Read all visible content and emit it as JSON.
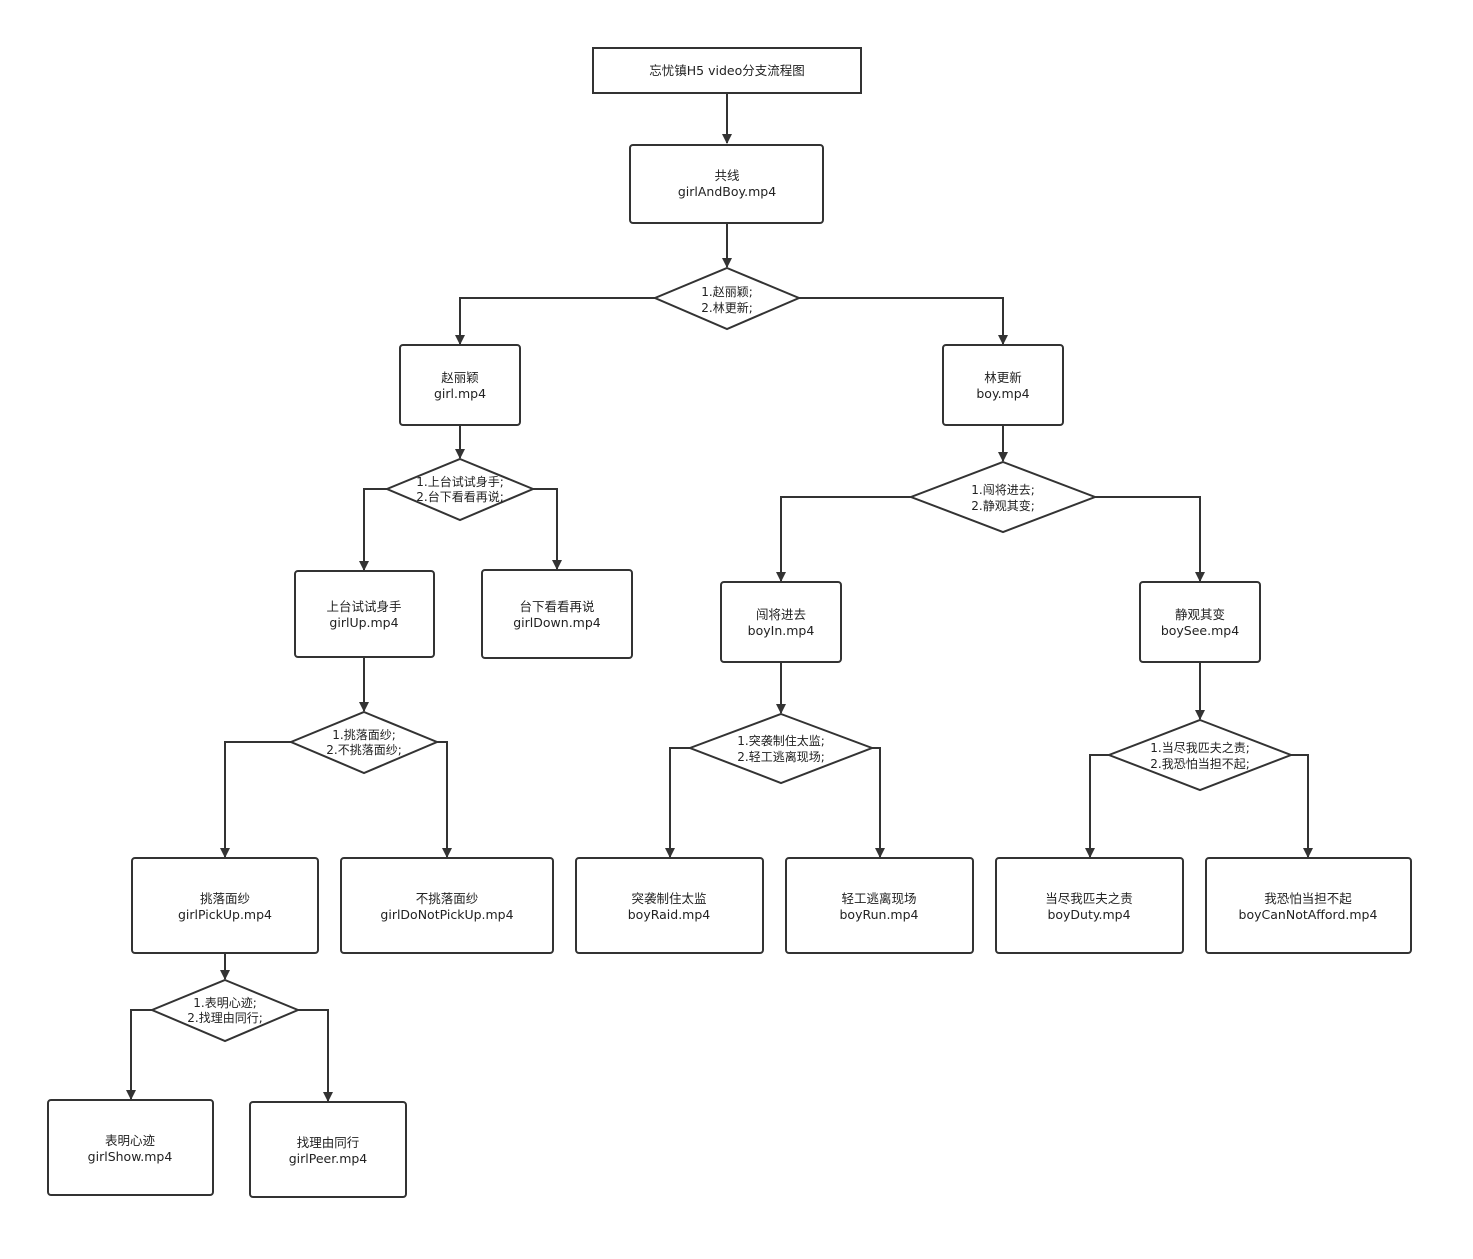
{
  "diagram": {
    "title": "忘忧镇H5 video分支流程图",
    "nodes": {
      "common": [
        "共线",
        "girlAndBoy.mp4"
      ],
      "d_choose": [
        "1.赵丽颖;",
        "2.林更新;"
      ],
      "girl": [
        "赵丽颖",
        "girl.mp4"
      ],
      "boy": [
        "林更新",
        "boy.mp4"
      ],
      "d_girl": [
        "1.上台试试身手;",
        "2.台下看看再说;"
      ],
      "girlUp": [
        "上台试试身手",
        "girlUp.mp4"
      ],
      "girlDown": [
        "台下看看再说",
        "girlDown.mp4"
      ],
      "d_girlUp": [
        "1.挑落面纱;",
        "2.不挑落面纱;"
      ],
      "girlPickUp": [
        "挑落面纱",
        "girlPickUp.mp4"
      ],
      "girlDoNotPickUp": [
        "不挑落面纱",
        "girlDoNotPickUp.mp4"
      ],
      "d_pick": [
        "1.表明心迹;",
        "2.找理由同行;"
      ],
      "girlShow": [
        "表明心迹",
        "girlShow.mp4"
      ],
      "girlPeer": [
        "找理由同行",
        "girlPeer.mp4"
      ],
      "d_boy": [
        "1.闯将进去;",
        "2.静观其变;"
      ],
      "boyIn": [
        "闯将进去",
        "boyIn.mp4"
      ],
      "boySee": [
        "静观其变",
        "boySee.mp4"
      ],
      "d_boyIn": [
        "1.突袭制住太监;",
        "2.轻工逃离现场;"
      ],
      "boyRaid": [
        "突袭制住太监",
        "boyRaid.mp4"
      ],
      "boyRun": [
        "轻工逃离现场",
        "boyRun.mp4"
      ],
      "d_boySee": [
        "1.当尽我匹夫之责;",
        "2.我恐怕当担不起;"
      ],
      "boyDuty": [
        "当尽我匹夫之责",
        "boyDuty.mp4"
      ],
      "boyCanNotAfford": [
        "我恐怕当担不起",
        "boyCanNotAfford.mp4"
      ]
    }
  }
}
